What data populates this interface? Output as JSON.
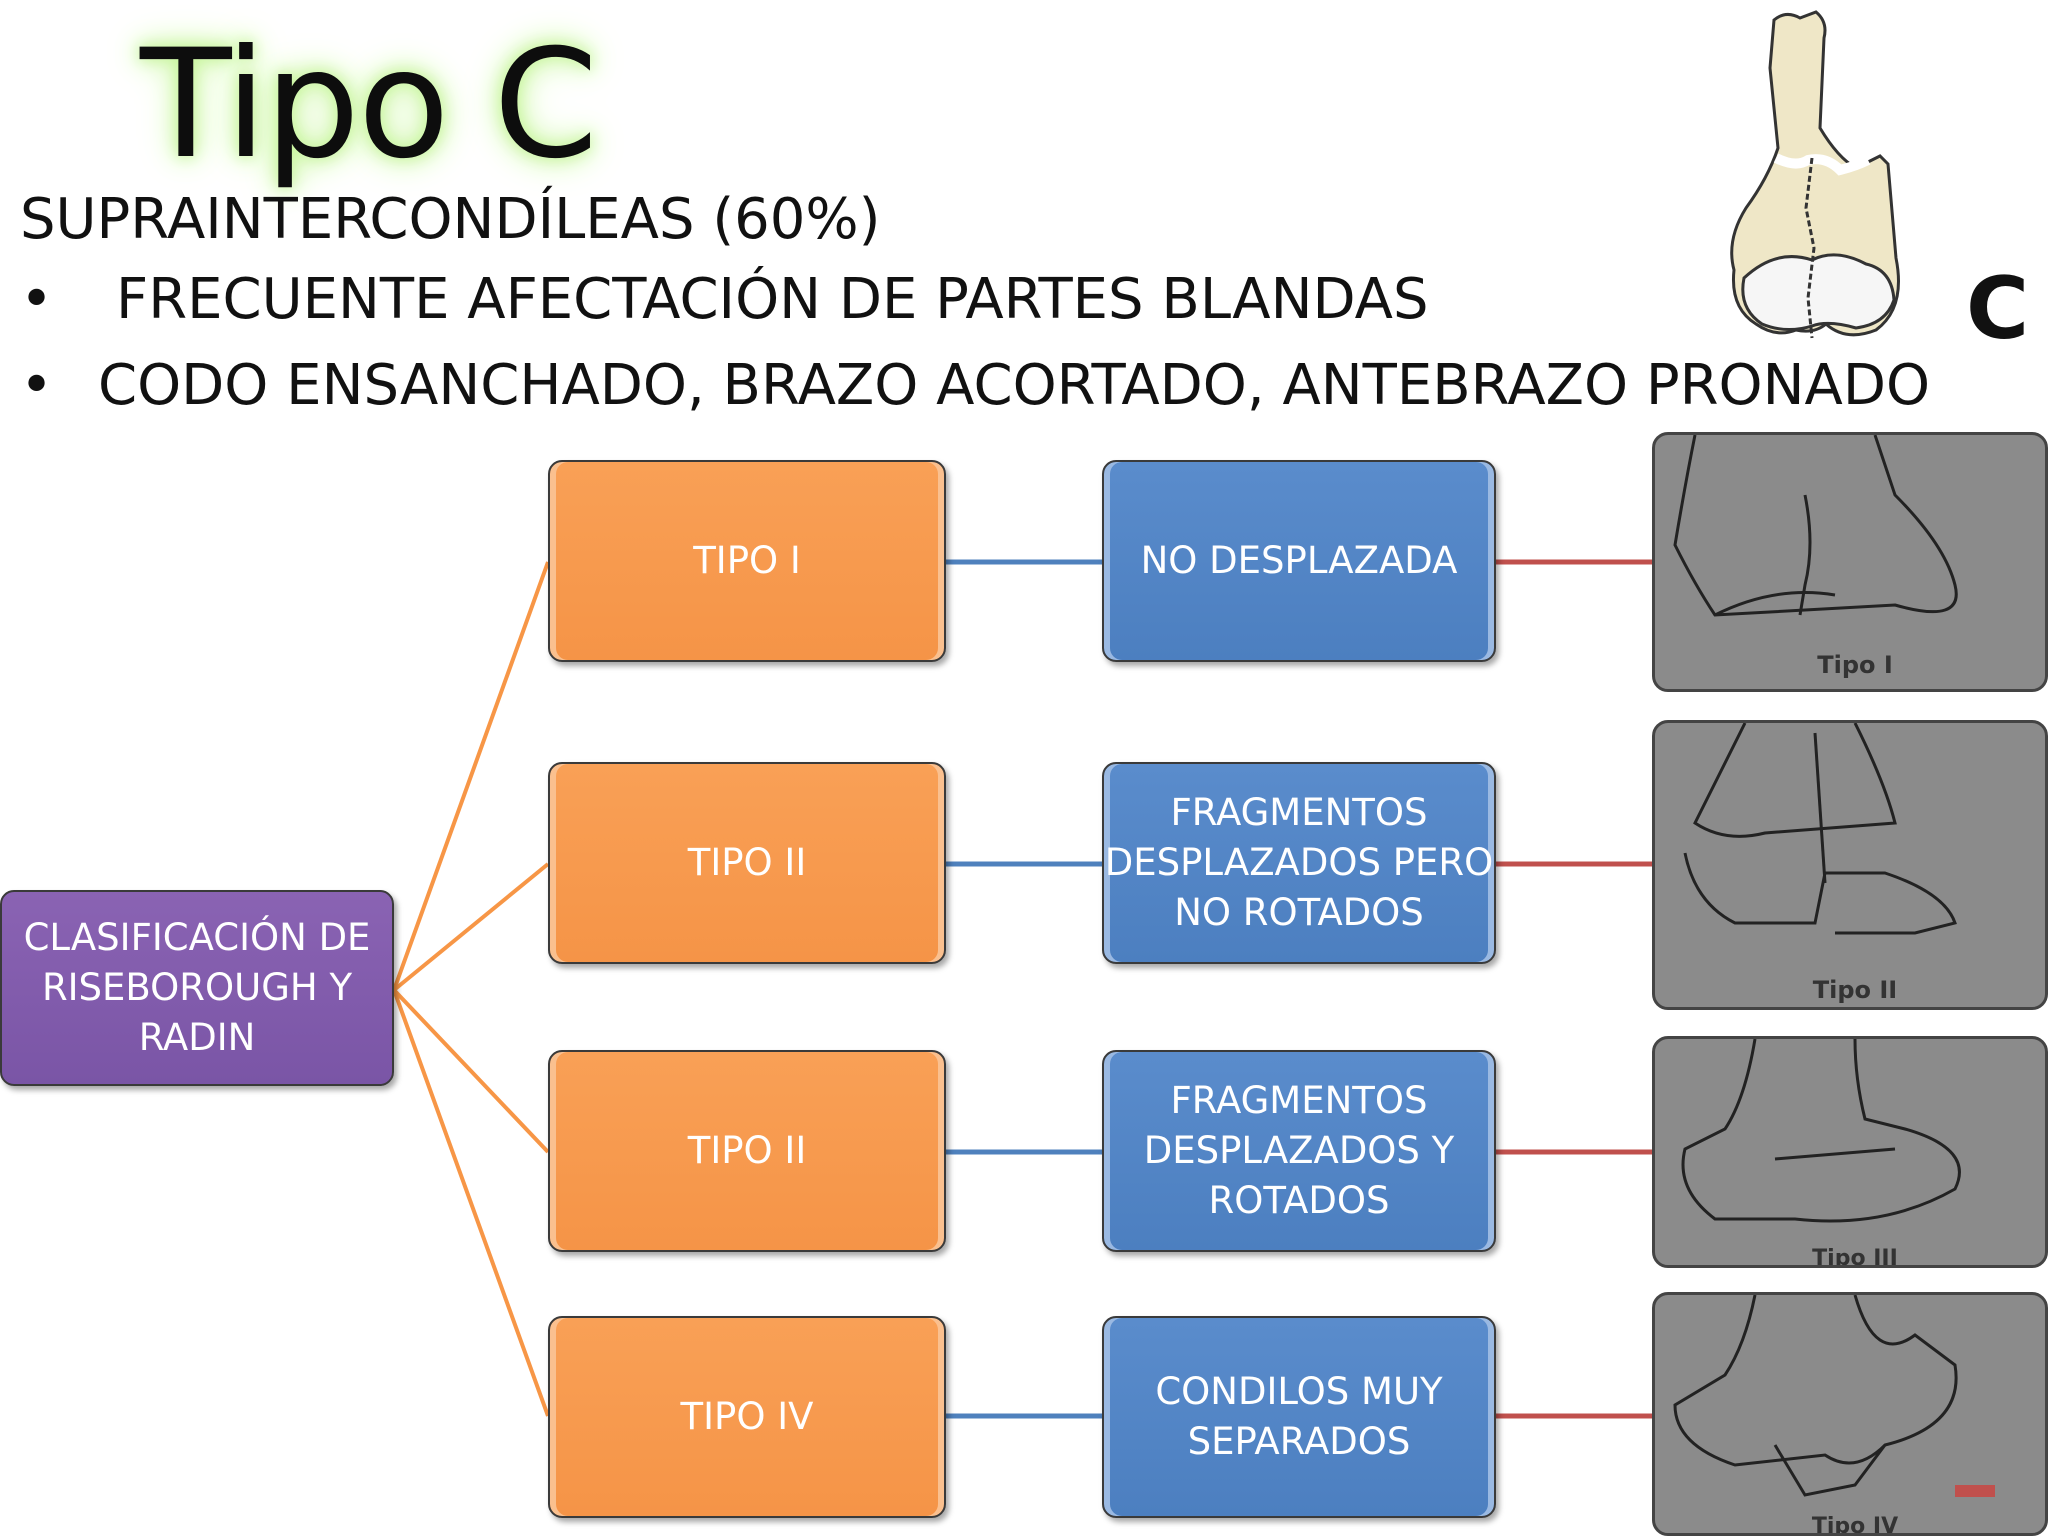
{
  "slide": {
    "title": "Tipo C",
    "subtitle": "SUPRAINTERCONDÍLEAS (60%)",
    "bullets": [
      {
        "mark": "•",
        "text": "FRECUENTE AFECTACIÓN DE PARTES BLANDAS"
      },
      {
        "mark": "•",
        "text": "CODO ENSANCHADO, BRAZO ACORTADO, ANTEBRAZO PRONADO"
      }
    ],
    "bone_label": "C"
  },
  "diagram": {
    "root": "CLASIFICACIÓN DE\nRISEBOROUGH Y\nRADIN",
    "rows": [
      {
        "type": "TIPO I",
        "description": "NO DESPLAZADA",
        "image_caption": "Tipo I"
      },
      {
        "type": "TIPO II",
        "description": "FRAGMENTOS\nDESPLAZADOS PERO\nNO ROTADOS",
        "image_caption": "Tipo II"
      },
      {
        "type": "TIPO II",
        "description": "FRAGMENTOS\nDESPLAZADOS Y\nROTADOS",
        "image_caption": "Tipo III"
      },
      {
        "type": "TIPO IV",
        "description": "CONDILOS MUY\nSEPARADOS",
        "image_caption": "Tipo IV"
      }
    ],
    "colors": {
      "root": "#7f5aaa",
      "type": "#f79646",
      "description": "#4f81bd",
      "orange_line": "#f79646",
      "blue_line": "#4f81bd",
      "red_line": "#c0504d"
    }
  }
}
